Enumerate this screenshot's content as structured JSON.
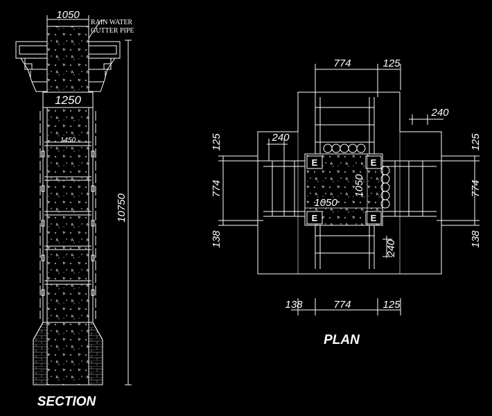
{
  "section": {
    "title": "SECTION",
    "note_line1": "RAIN WATER",
    "note_line2": "GUTTER PIPE",
    "dim_top": "1050",
    "dim_upper": "1250",
    "dim_mid": "1450",
    "dim_height": "10750"
  },
  "plan": {
    "title": "PLAN",
    "top_dims": [
      "774",
      "125"
    ],
    "bottom_dims": [
      "138",
      "774",
      "125"
    ],
    "left_dims": [
      "125",
      "774",
      "138"
    ],
    "right_dims": [
      "125",
      "774",
      "138"
    ],
    "dim_240_top_right": "240",
    "dim_240_left": "240",
    "dim_240_bottom": "240",
    "dim_1050_h": "1050",
    "dim_1050_v": "1050",
    "e_labels": [
      "E",
      "E",
      "E",
      "E"
    ]
  }
}
